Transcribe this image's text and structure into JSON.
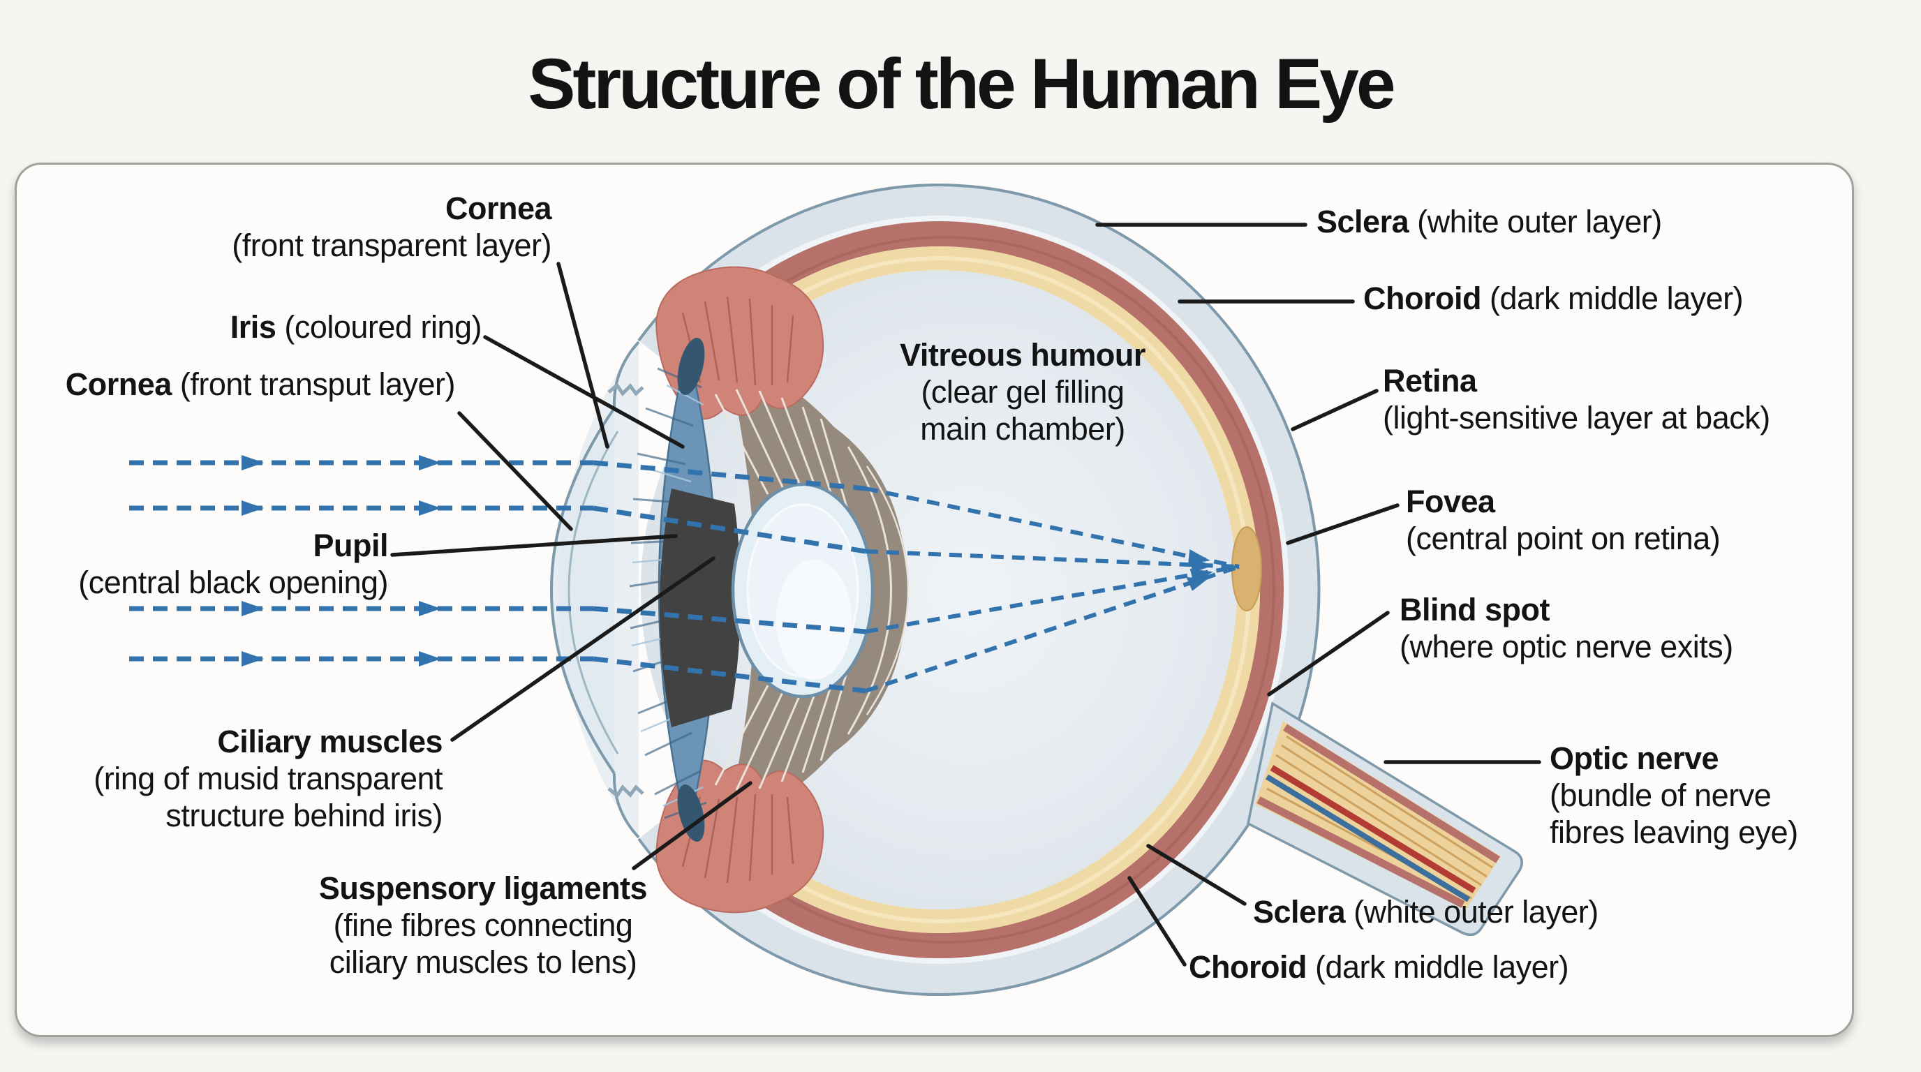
{
  "title": "Structure of the Human Eye",
  "colors": {
    "ink": "#131313",
    "leader": "#1a1a1a",
    "ray": "#3273ae",
    "sclera": "#dae2ea",
    "sclera_edge": "#7e99a9",
    "choroid": "#b5716a",
    "retina": "#efdaa5",
    "vitreous": "#e9eef2",
    "iris": "#6c94b6",
    "pupil": "#424242",
    "lens": "#e4eef5",
    "ciliary": "#d08478",
    "nerve": "#edd29b",
    "vessel_red": "#b23b34",
    "vessel_blue": "#3c6f9e",
    "fovea_spot": "#d8b26e"
  },
  "labels": {
    "cornea_front": {
      "name": "Cornea",
      "desc": "(front transparent layer)"
    },
    "iris": {
      "name": "Iris",
      "desc": "(coloured ring)"
    },
    "cornea_left": {
      "name": "Cornea",
      "desc": "(front transput layer)"
    },
    "pupil": {
      "name": "Pupil",
      "desc": "(central black opening)"
    },
    "ciliary": {
      "name": "Ciliary muscles",
      "desc1": "(ring of musid transparent",
      "desc2": "structure behind iris)"
    },
    "suspensory": {
      "name": "Suspensory ligaments",
      "desc1": "(fine fibres connecting",
      "desc2": "ciliary muscles to lens)"
    },
    "vitreous": {
      "name": "Vitreous humour",
      "desc1": "(clear gel filling",
      "desc2": "main chamber)"
    },
    "sclera_top": {
      "name": "Sclera",
      "desc": "(white outer layer)"
    },
    "choroid_top": {
      "name": "Choroid",
      "desc": "(dark middle layer)"
    },
    "retina": {
      "name": "Retina",
      "desc": "(light-sensitive layer at back)"
    },
    "fovea": {
      "name": "Fovea",
      "desc": "(central point on retina)"
    },
    "blind_spot": {
      "name": "Blind spot",
      "desc": "(where optic nerve exits)"
    },
    "optic_nerve": {
      "name": "Optic nerve",
      "desc1": "(bundle of nerve",
      "desc2": "fibres leaving eye)"
    },
    "sclera_bottom": {
      "name": "Sclera",
      "desc": "(white outer layer)"
    },
    "choroid_bottom": {
      "name": "Choroid",
      "desc": "(dark middle layer)"
    }
  }
}
